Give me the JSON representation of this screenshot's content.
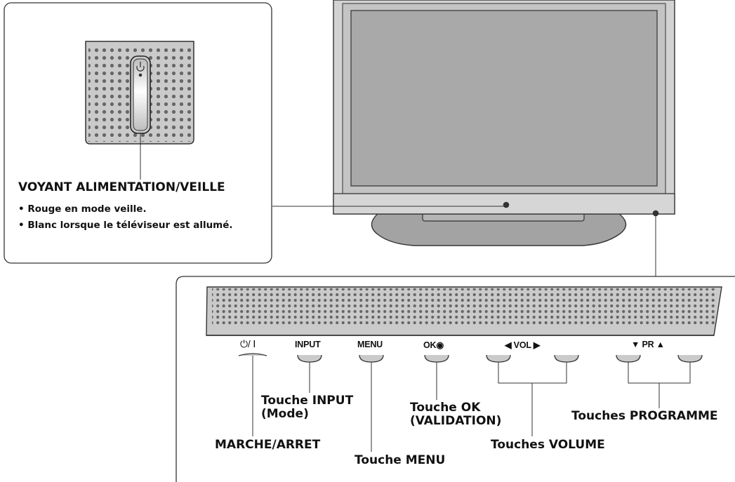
{
  "indicator": {
    "title": "VOYANT ALIMENTATION/VEILLE",
    "bullet1": "• Rouge en mode veille.",
    "bullet2": "• Blanc lorsque le téléviseur est allumé."
  },
  "panel_buttons": {
    "power": "⏻/ Ⅰ",
    "input": "INPUT",
    "menu": "MENU",
    "ok": "OK◉",
    "vol": "◀ VOL ▶",
    "pr": "▼ PR ▲"
  },
  "callouts": {
    "input": "Touche INPUT\n(Mode)",
    "ok": "Touche OK\n(VALIDATION)",
    "programme": "Touches PROGRAMME",
    "power": "MARCHE/ARRET",
    "volume": "Touches VOLUME",
    "menu": "Touche MENU"
  },
  "colors": {
    "line": "#333333",
    "panel": "#c9c9c9",
    "screen": "#a8a8a8",
    "dot": "#666666"
  }
}
